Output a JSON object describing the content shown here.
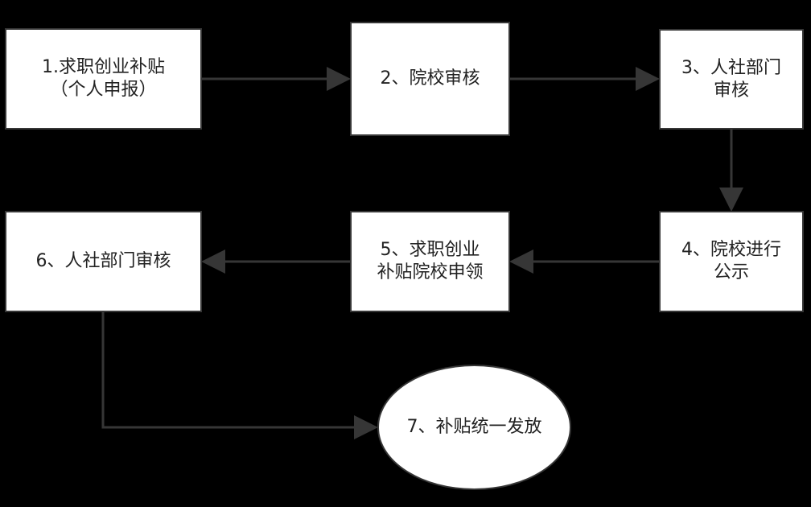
{
  "nodes": {
    "step1": {
      "label": "1.求职创业补贴\n（个人申报）"
    },
    "step2": {
      "label": "2、院校审核"
    },
    "step3": {
      "label": "3、人社部门\n审核"
    },
    "step4": {
      "label": "4、院校进行\n公示"
    },
    "step5": {
      "label": "5、求职创业\n补贴院校申领"
    },
    "step6": {
      "label": "6、人社部门审核"
    },
    "step7": {
      "label": "7、补贴统一发放"
    }
  },
  "edges": [
    {
      "from": "step1",
      "to": "step2"
    },
    {
      "from": "step2",
      "to": "step3"
    },
    {
      "from": "step3",
      "to": "step4"
    },
    {
      "from": "step4",
      "to": "step5"
    },
    {
      "from": "step5",
      "to": "step6"
    },
    {
      "from": "step6",
      "to": "step7"
    }
  ],
  "colors": {
    "background": "#000000",
    "node_fill": "#ffffff",
    "stroke": "#363636",
    "text": "#222222"
  }
}
